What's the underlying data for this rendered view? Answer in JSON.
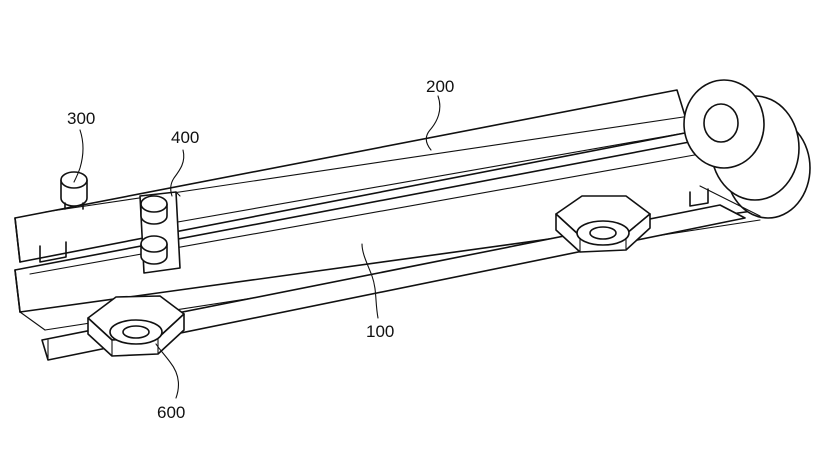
{
  "figure": {
    "labels": {
      "belt": "200",
      "peg": "300",
      "clip": "400",
      "frame": "100",
      "nut": "600"
    }
  }
}
